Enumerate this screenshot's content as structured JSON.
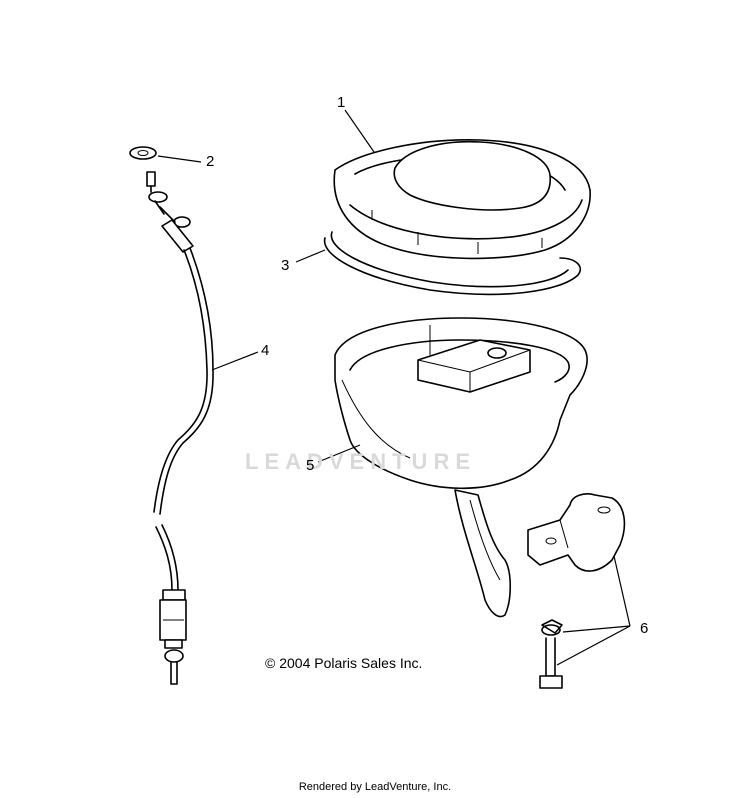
{
  "callouts": [
    {
      "number": "1"
    },
    {
      "number": "2"
    },
    {
      "number": "3"
    },
    {
      "number": "4"
    },
    {
      "number": "5"
    },
    {
      "number": "6"
    }
  ],
  "copyright": "© 2004 Polaris Sales Inc.",
  "watermark": "LEADVENTURE",
  "footer": "Rendered by LeadVenture, Inc."
}
